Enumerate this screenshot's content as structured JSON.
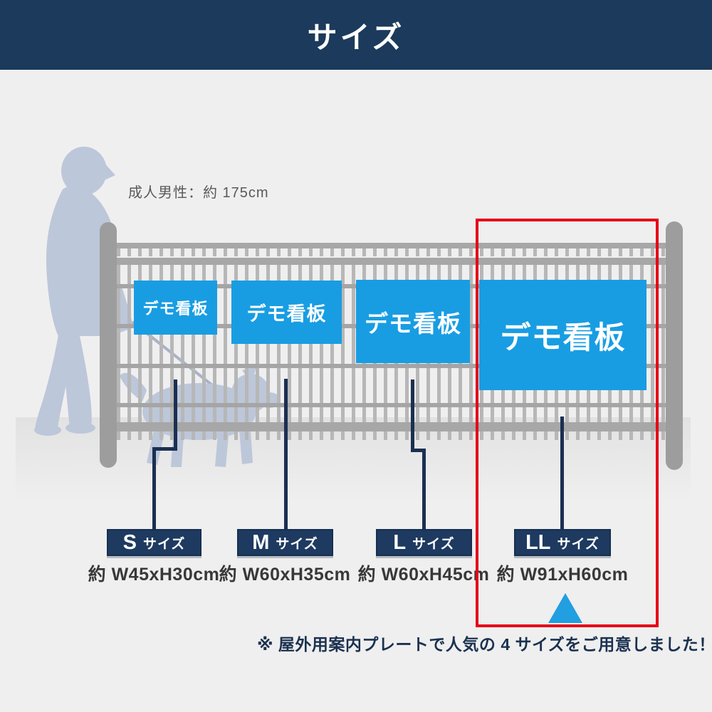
{
  "page": {
    "title": "サイズ"
  },
  "reference": {
    "label": "成人男性：約 175cm"
  },
  "signs": [
    {
      "size": "S",
      "text": "デモ看板"
    },
    {
      "size": "M",
      "text": "デモ看板"
    },
    {
      "size": "L",
      "text": "デモ看板"
    },
    {
      "size": "LL",
      "text": "デモ看板"
    }
  ],
  "size_tags": [
    {
      "code": "S",
      "word": "サイズ",
      "dimensions": "約 W45xH30cm"
    },
    {
      "code": "M",
      "word": "サイズ",
      "dimensions": "約 W60xH35cm"
    },
    {
      "code": "L",
      "word": "サイズ",
      "dimensions": "約 W60xH45cm"
    },
    {
      "code": "LL",
      "word": "サイズ",
      "dimensions": "約 W91xH60cm"
    }
  ],
  "highlight": {
    "size": "LL"
  },
  "note": {
    "text": "※ 屋外用案内プレートで人気の 4 サイズをご用意しました！"
  },
  "colors": {
    "header_bg": "#1b3a5c",
    "sign_blue": "#189de3",
    "tag_navy": "#1e3a60",
    "connector_navy": "#1b2f52",
    "highlight_red": "#e60018",
    "pointer_blue": "#219fe0",
    "silhouette": "#bdc7da",
    "background": "#efefef",
    "fence_gray": "#b7b7b7",
    "dimension_text": "#383838",
    "reference_text": "#595959"
  }
}
